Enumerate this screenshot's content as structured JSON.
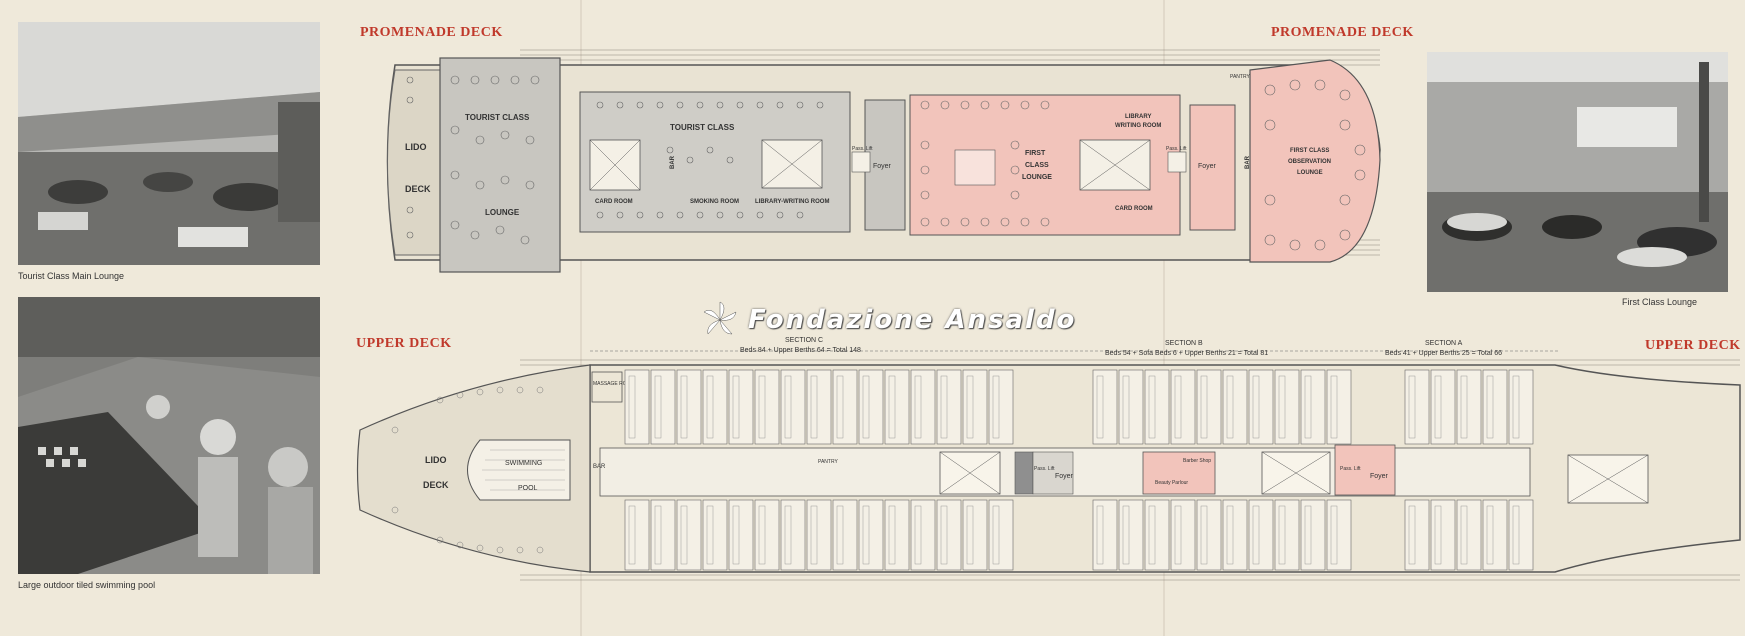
{
  "decks": {
    "promenade_left_title": "PROMENADE DECK",
    "promenade_right_title": "PROMENADE DECK",
    "upper_left_title": "UPPER DECK",
    "upper_right_title": "UPPER DECK"
  },
  "photos": {
    "tourist_caption": "Tourist Class Main Lounge",
    "pool_caption": "Large outdoor tiled swimming pool",
    "first_caption": "First Class Lounge"
  },
  "promenade": {
    "lido": "LIDO",
    "deck": "DECK",
    "tourist_class": "TOURIST CLASS",
    "lounge": "LOUNGE",
    "tourist_class_2": "TOURIST CLASS",
    "card_room": "CARD ROOM",
    "smoking_room": "SMOKING ROOM",
    "library_writing": "LIBRARY-WRITING ROOM",
    "bar": "BAR",
    "foyer": "Foyer",
    "foyer_2": "Foyer",
    "first": "FIRST",
    "class": "CLASS",
    "lounge_2": "LOUNGE",
    "library_2": "LIBRARY",
    "writing_room": "WRITING ROOM",
    "card_room_2": "CARD ROOM",
    "first_class_obs_1": "FIRST CLASS",
    "first_class_obs_2": "OBSERVATION",
    "first_class_obs_3": "LOUNGE",
    "pantry": "PANTRY",
    "bar_2": "BAR",
    "pass_lift": "Pass. Lift",
    "pass_lift_2": "Pass. Lift"
  },
  "upper": {
    "section_c": "SECTION C",
    "section_c_berths": "Beds 84 + Upper Berths 64 = Total 148",
    "section_b": "SECTION B",
    "section_b_berths": "Beds 54 + Sofa Beds 6 + Upper Berths 21 = Total 81",
    "section_a": "SECTION A",
    "section_a_berths": "Beds 41 + Upper Berths 25 = Total 66",
    "lido": "LIDO",
    "deck": "DECK",
    "swimming": "SWIMMING",
    "pool": "POOL",
    "massage_room": "MASSAGE ROOM",
    "bar": "BAR",
    "pantry": "PANTRY",
    "foyer": "Foyer",
    "foyer_2": "Foyer",
    "pass_lift": "Pass. Lift",
    "pass_lift_2": "Pass. Lift",
    "barber_shop": "Barber Shop",
    "beauty_parlour": "Beauty Parlour"
  },
  "watermark": {
    "text": "Fondazione Ansaldo"
  },
  "colors": {
    "paper": "#efe9da",
    "ink": "#4a4a4a",
    "red_title": "#c0392b",
    "pink_first": "#f2c4bb",
    "gray_tourist": "#c8c6c0",
    "gray_lift": "#8f8f8f"
  }
}
